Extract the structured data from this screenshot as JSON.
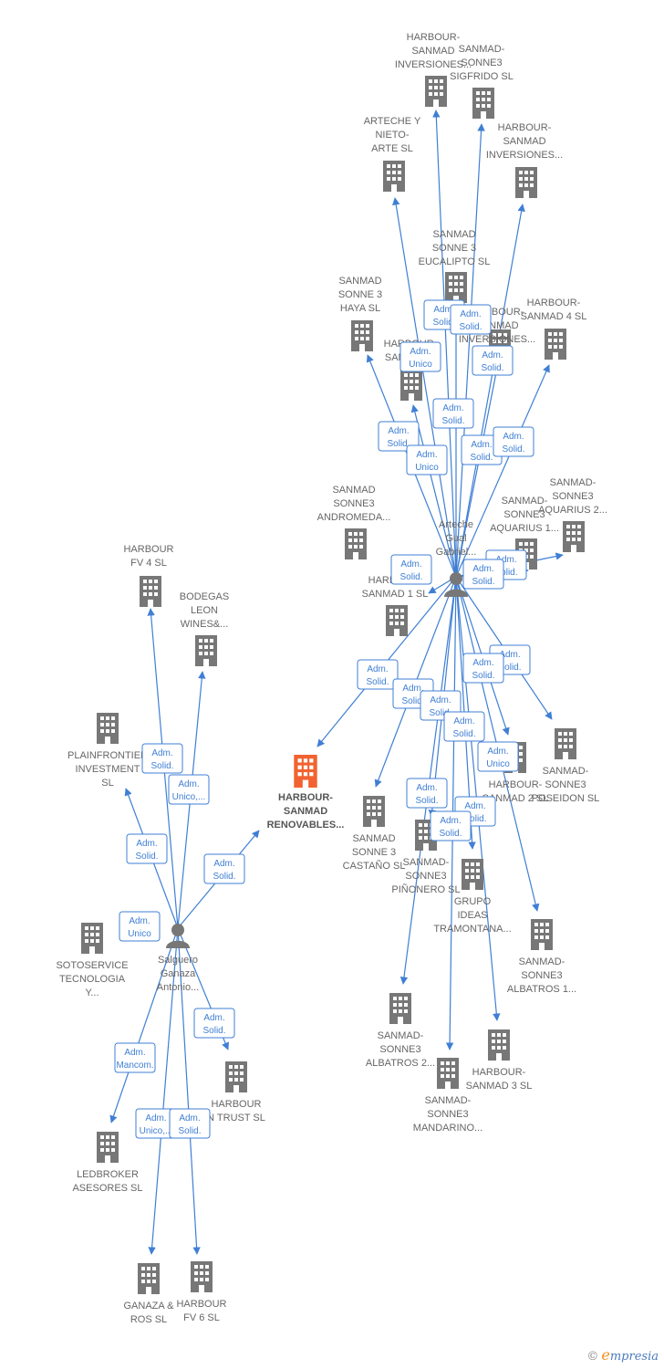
{
  "colors": {
    "edge": "#3f7fd4",
    "company": "#777777",
    "focus_company": "#f26230",
    "person": "#777777"
  },
  "focus": {
    "lines": [
      "HARBOUR-",
      "SANMAD",
      "RENOVABLES..."
    ]
  },
  "persons": [
    {
      "id": "p1",
      "lines": [
        "Arteche",
        "Gual",
        "Gabriel..."
      ]
    },
    {
      "id": "p2",
      "lines": [
        "Salguero",
        "Ganaza",
        "Antonio..."
      ]
    }
  ],
  "companies": [
    {
      "id": "c1",
      "lines": [
        "HARBOUR-",
        "SANMAD",
        "INVERSIONES..."
      ]
    },
    {
      "id": "c2",
      "lines": [
        "SANMAD-",
        "SONNE3",
        "SIGFRIDO  SL"
      ]
    },
    {
      "id": "c3",
      "lines": [
        "ARTECHE Y",
        "NIETO-",
        "ARTE  SL"
      ]
    },
    {
      "id": "c4",
      "lines": [
        "HARBOUR-",
        "SANMAD",
        "INVERSIONES..."
      ]
    },
    {
      "id": "c5",
      "lines": [
        "SANMAD",
        "SONNE 3",
        "EUCALIPTO  SL"
      ]
    },
    {
      "id": "c6",
      "lines": [
        "SANMAD",
        "SONNE 3",
        "HAYA  SL"
      ]
    },
    {
      "id": "c7",
      "lines": [
        "HARBOUR-",
        "SANMAD",
        "INVERSIONES..."
      ]
    },
    {
      "id": "c8",
      "lines": [
        "HARBOUR-",
        "SANMAD 4  SL"
      ]
    },
    {
      "id": "c9",
      "lines": [
        "HARBOUR-",
        "SANMAD..."
      ]
    },
    {
      "id": "c10",
      "lines": [
        "SANMAD",
        "SONNE3",
        "ANDROMEDA..."
      ]
    },
    {
      "id": "c11",
      "lines": [
        "SANMAD-",
        "SONNE3",
        "AQUARIUS 2..."
      ]
    },
    {
      "id": "c12",
      "lines": [
        "SANMAD-",
        "SONNE3",
        "AQUARIUS 1..."
      ]
    },
    {
      "id": "c13",
      "lines": [
        "HARBOUR-",
        "SANMAD 1  SL"
      ]
    },
    {
      "id": "c14",
      "lines": [
        "HARBOUR",
        "FV 4  SL"
      ]
    },
    {
      "id": "c15",
      "lines": [
        "BODEGAS",
        "LEON",
        "WINES&..."
      ]
    },
    {
      "id": "c16",
      "lines": [
        "PLAINFRONTIER",
        "INVESTMENT",
        "SL"
      ]
    },
    {
      "id": "c17",
      "lines": [
        "SANMAD-",
        "SONNE3",
        "POSEIDON  SL"
      ]
    },
    {
      "id": "c18",
      "lines": [
        "HARBOUR-",
        "SANMAD 2  SL"
      ]
    },
    {
      "id": "c19",
      "lines": [
        "SANMAD",
        "SONNE 3",
        "CASTAÑO  SL"
      ]
    },
    {
      "id": "c20",
      "lines": [
        "SANMAD-",
        "SONNE3",
        "PIÑONERO  SL"
      ]
    },
    {
      "id": "c21",
      "lines": [
        "GRUPO",
        "IDEAS",
        "TRAMONTANA..."
      ]
    },
    {
      "id": "c22",
      "lines": [
        "SANMAD-",
        "SONNE3",
        "ALBATROS 1..."
      ]
    },
    {
      "id": "c23",
      "lines": [
        "SOTOSERVICE",
        "TECNOLOGIA",
        "Y..."
      ]
    },
    {
      "id": "c24",
      "lines": [
        "SANMAD-",
        "SONNE3",
        "ALBATROS 2..."
      ]
    },
    {
      "id": "c25",
      "lines": [
        "HARBOUR-",
        "SANMAD 3  SL"
      ]
    },
    {
      "id": "c26",
      "lines": [
        "SANMAD-",
        "SONNE3",
        "MANDARINO..."
      ]
    },
    {
      "id": "c27",
      "lines": [
        "HARBOUR",
        "N TRUST  SL"
      ]
    },
    {
      "id": "c28",
      "lines": [
        "LEDBROKER",
        "ASESORES  SL"
      ]
    },
    {
      "id": "c29",
      "lines": [
        "GANAZA &",
        "ROS  SL"
      ]
    },
    {
      "id": "c30",
      "lines": [
        "HARBOUR",
        "FV 6  SL"
      ]
    }
  ],
  "relations": [
    {
      "id": "r1",
      "lines": [
        "Adm.",
        "Solid."
      ]
    },
    {
      "id": "r2",
      "lines": [
        "Adm.",
        "Solid."
      ]
    },
    {
      "id": "r3",
      "lines": [
        "Adm.",
        "Unico"
      ]
    },
    {
      "id": "r4",
      "lines": [
        "Adm.",
        "Solid."
      ]
    },
    {
      "id": "r5",
      "lines": [
        "Adm.",
        "Solid."
      ]
    },
    {
      "id": "r6",
      "lines": [
        "Adm.",
        "Solid."
      ]
    },
    {
      "id": "r7",
      "lines": [
        "Adm.",
        "Solid."
      ]
    },
    {
      "id": "r8",
      "lines": [
        "Adm.",
        "Solid."
      ]
    },
    {
      "id": "r9",
      "lines": [
        "Adm.",
        "Unico"
      ]
    },
    {
      "id": "r10",
      "lines": [
        "Adm.",
        "Solid."
      ]
    },
    {
      "id": "r11",
      "lines": [
        "Adm.",
        "Solid."
      ]
    },
    {
      "id": "r12",
      "lines": [
        "Adm.",
        "Solid."
      ]
    },
    {
      "id": "r13",
      "lines": [
        "Adm.",
        "Solid."
      ]
    },
    {
      "id": "r14",
      "lines": [
        "Adm.",
        "Solid."
      ]
    },
    {
      "id": "r15",
      "lines": [
        "Adm.",
        "Solid."
      ]
    },
    {
      "id": "r16",
      "lines": [
        "Adm.",
        "Solid."
      ]
    },
    {
      "id": "r17",
      "lines": [
        "Adm.",
        "Solid."
      ]
    },
    {
      "id": "r18",
      "lines": [
        "Adm.",
        "Unico"
      ]
    },
    {
      "id": "r19",
      "lines": [
        "Adm.",
        "Solid."
      ]
    },
    {
      "id": "r20",
      "lines": [
        "Adm.",
        "Solid."
      ]
    },
    {
      "id": "r21",
      "lines": [
        "Adm.",
        "Solid."
      ]
    },
    {
      "id": "r22",
      "lines": [
        "Adm.",
        "Solid."
      ]
    },
    {
      "id": "r23",
      "lines": [
        "Adm.",
        "Solid."
      ]
    },
    {
      "id": "r24",
      "lines": [
        "Adm.",
        "Unico,..."
      ]
    },
    {
      "id": "r25",
      "lines": [
        "Adm.",
        "Solid."
      ]
    },
    {
      "id": "r26",
      "lines": [
        "Adm.",
        "Solid."
      ]
    },
    {
      "id": "r27",
      "lines": [
        "Adm.",
        "Unico"
      ]
    },
    {
      "id": "r28",
      "lines": [
        "Adm.",
        "Solid."
      ]
    },
    {
      "id": "r29",
      "lines": [
        "Adm.",
        "Mancom."
      ]
    },
    {
      "id": "r30",
      "lines": [
        "Adm.",
        "Unico,..."
      ]
    },
    {
      "id": "r31",
      "lines": [
        "Adm.",
        "Solid."
      ]
    }
  ],
  "watermark": {
    "symbol": "©",
    "initial": "e",
    "rest": "mpresia"
  }
}
